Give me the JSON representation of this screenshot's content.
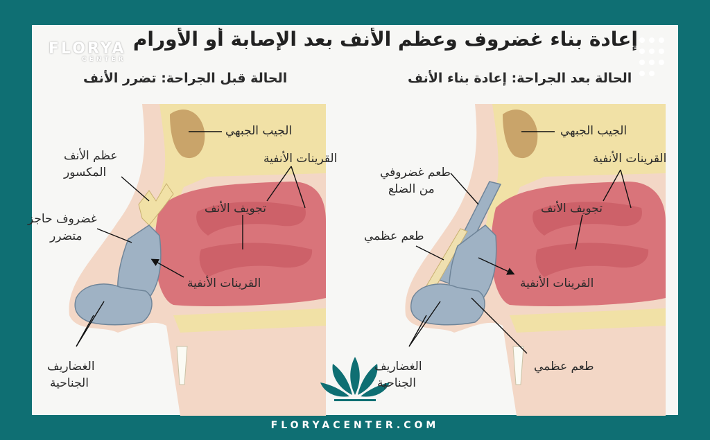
{
  "title": "إعادة بناء غضروف وعظم الأنف بعد الإصابة أو الأورام",
  "logo": {
    "name": "FLORYA",
    "sub": "CENTER"
  },
  "footer": "FLORYACENTER.COM",
  "left": {
    "caption": "الحالة قبل الجراحة: تضرر الأنف",
    "labels": {
      "frontal_sinus": "الجيب الجبهي",
      "nasal_conchae_top": "القرينات الأنفية",
      "broken_bone_1": "عظم الأنف",
      "broken_bone_2": "المكسور",
      "septal_1": "غضروف حاجز",
      "septal_2": "متضرر",
      "nasal_cavity": "تجويف الأنف",
      "nasal_conchae_bottom": "القرينات الأنفية",
      "alar_1": "الغضاريف",
      "alar_2": "الجناحية"
    }
  },
  "right": {
    "caption": "الحالة بعد الجراحة: إعادة بناء الأنف",
    "labels": {
      "frontal_sinus": "الجيب الجبهي",
      "nasal_conchae_top": "القرينات الأنفية",
      "rib_graft_1": "طعم غضروفي",
      "rib_graft_2": "من الضلع",
      "bone_graft_top": "طعم عظمي",
      "nasal_cavity": "تجويف الأنف",
      "nasal_conchae_bottom": "القرينات الأنفية",
      "bone_graft_bottom": "طعم عظمي",
      "alar_1": "الغضاريف",
      "alar_2": "الجناحية"
    }
  },
  "colors": {
    "frame": "#0f6f73",
    "skin": "#f3d7c6",
    "bone": "#f1e1a6",
    "sinus": "#c9a46a",
    "cavity": "#d9747a",
    "cartilage": "#9fb2c4"
  }
}
